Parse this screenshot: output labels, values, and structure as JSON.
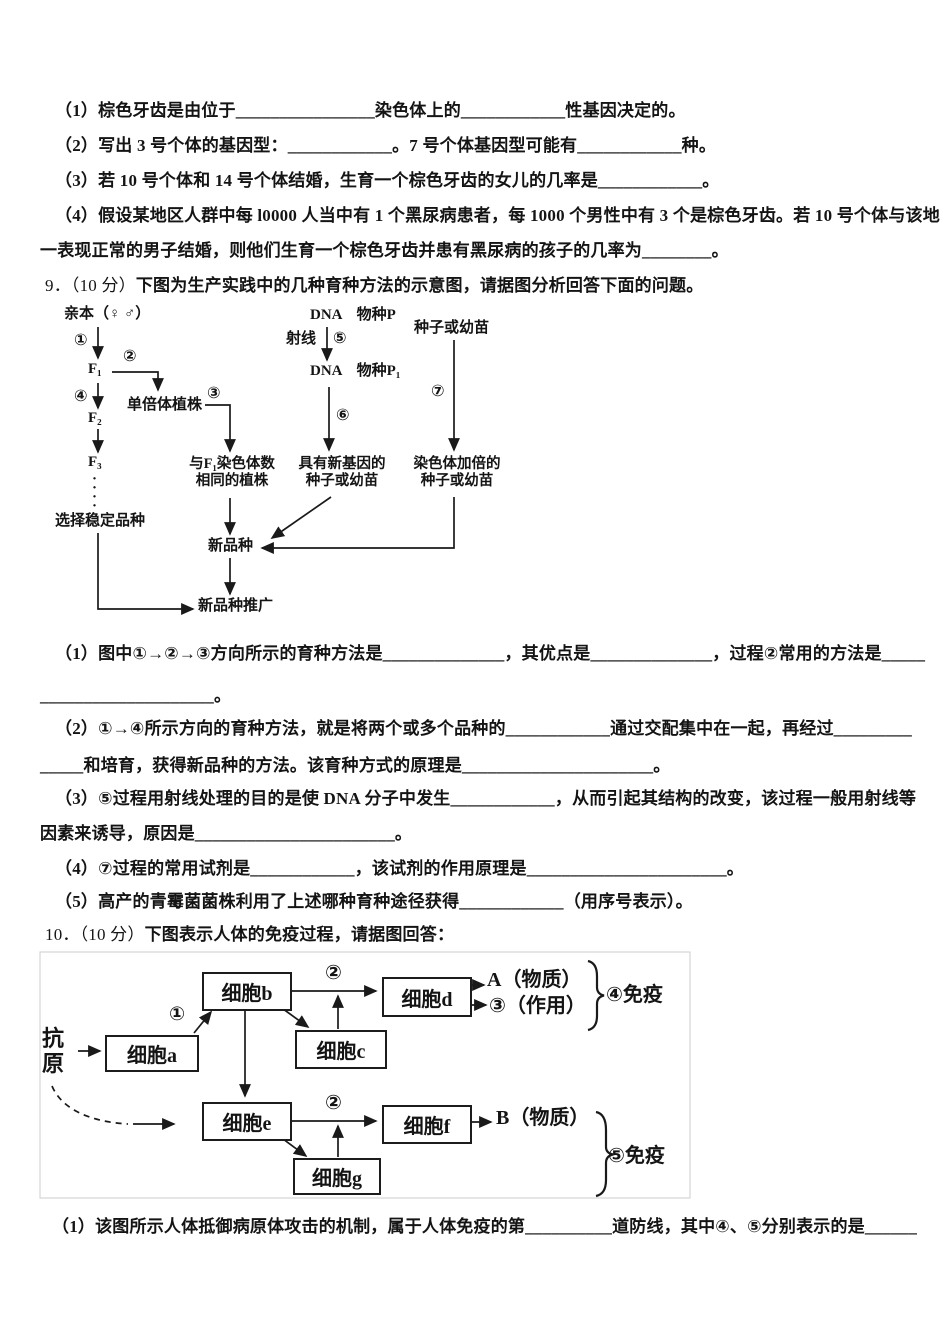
{
  "q8": {
    "lines": [
      "（1）棕色牙齿是由位于________________染色体上的____________性基因决定的。",
      "（2）写出 3 号个体的基因型：____________。7 号个体基因型可能有____________种。",
      "（3）若 10 号个体和 14 号个体结婚，生育一个棕色牙齿的女儿的几率是____________。",
      "（4）假设某地区人群中每 l0000 人当中有 1 个黑尿病患者，每 1000 个男性中有 3 个是棕色牙齿。若 10 号个体与该地",
      "一表现正常的男子结婚，则他们生育一个棕色牙齿并患有黑尿病的孩子的几率为________。"
    ]
  },
  "q9": {
    "header": {
      "prefix": "9．（10 分）",
      "title": "下图为生产实践中的几种育种方法的示意图，请据图分析回答下面的问题。"
    },
    "diagram": {
      "parents": "亲本（♀ ♂）",
      "step1": "①",
      "step2": "②",
      "step3": "③",
      "step4": "④",
      "step5": "⑤",
      "step6": "⑥",
      "step7": "⑦",
      "f1": "F₁",
      "f2": "F₂",
      "f3": "F₃",
      "dots": "····",
      "select_stable": "选择稳定品种",
      "haploid": "单倍体植株",
      "same_chrom": [
        "与F₁染色体数",
        "相同的植株"
      ],
      "new_variety": "新品种",
      "promotion": "新品种推广",
      "dna_p": "DNA　物种P",
      "ray": "射线",
      "dna_p1": "DNA　物种P₁",
      "new_gene": [
        "具有新基因的",
        "种子或幼苗"
      ],
      "seedling": "种子或幼苗",
      "doubled": [
        "染色体加倍的",
        "种子或幼苗"
      ]
    },
    "questions": [
      "（1）图中①→②→③方向所示的育种方法是______________，其优点是______________，过程②常用的方法是_____",
      "____________________。",
      "（2）①→④所示方向的育种方法，就是将两个或多个品种的____________通过交配集中在一起，再经过_________",
      "_____和培育，获得新品种的方法。该育种方式的原理是______________________。",
      "（3）⑤过程用射线处理的目的是使 DNA 分子中发生____________，从而引起其结构的改变，该过程一般用射线等",
      "因素来诱导，原因是_______________________。",
      "（4）⑦过程的常用试剂是____________，该试剂的作用原理是_______________________。",
      "（5）高产的青霉菌菌株利用了上述哪种育种途径获得____________（用序号表示）。"
    ]
  },
  "q10": {
    "header": {
      "prefix": "10．（10 分）",
      "title": "下图表示人体的免疫过程，请据图回答："
    },
    "diagram": {
      "antigen": "抗原",
      "cell_a": "细胞a",
      "cell_b": "细胞b",
      "cell_c": "细胞c",
      "cell_d": "细胞d",
      "cell_e": "细胞e",
      "cell_f": "细胞f",
      "cell_g": "细胞g",
      "step1": "①",
      "step2_top": "②",
      "step2_bottom": "②",
      "out_a": "A（物质）",
      "out_3": "③（作用）",
      "out_b": "B（物质）",
      "immunity4": "④免疫",
      "immunity5": "⑤免疫"
    },
    "questions": [
      "（1）该图所示人体抵御病原体攻击的机制，属于人体免疫的第__________道防线，其中④、⑤分别表示的是______"
    ]
  }
}
